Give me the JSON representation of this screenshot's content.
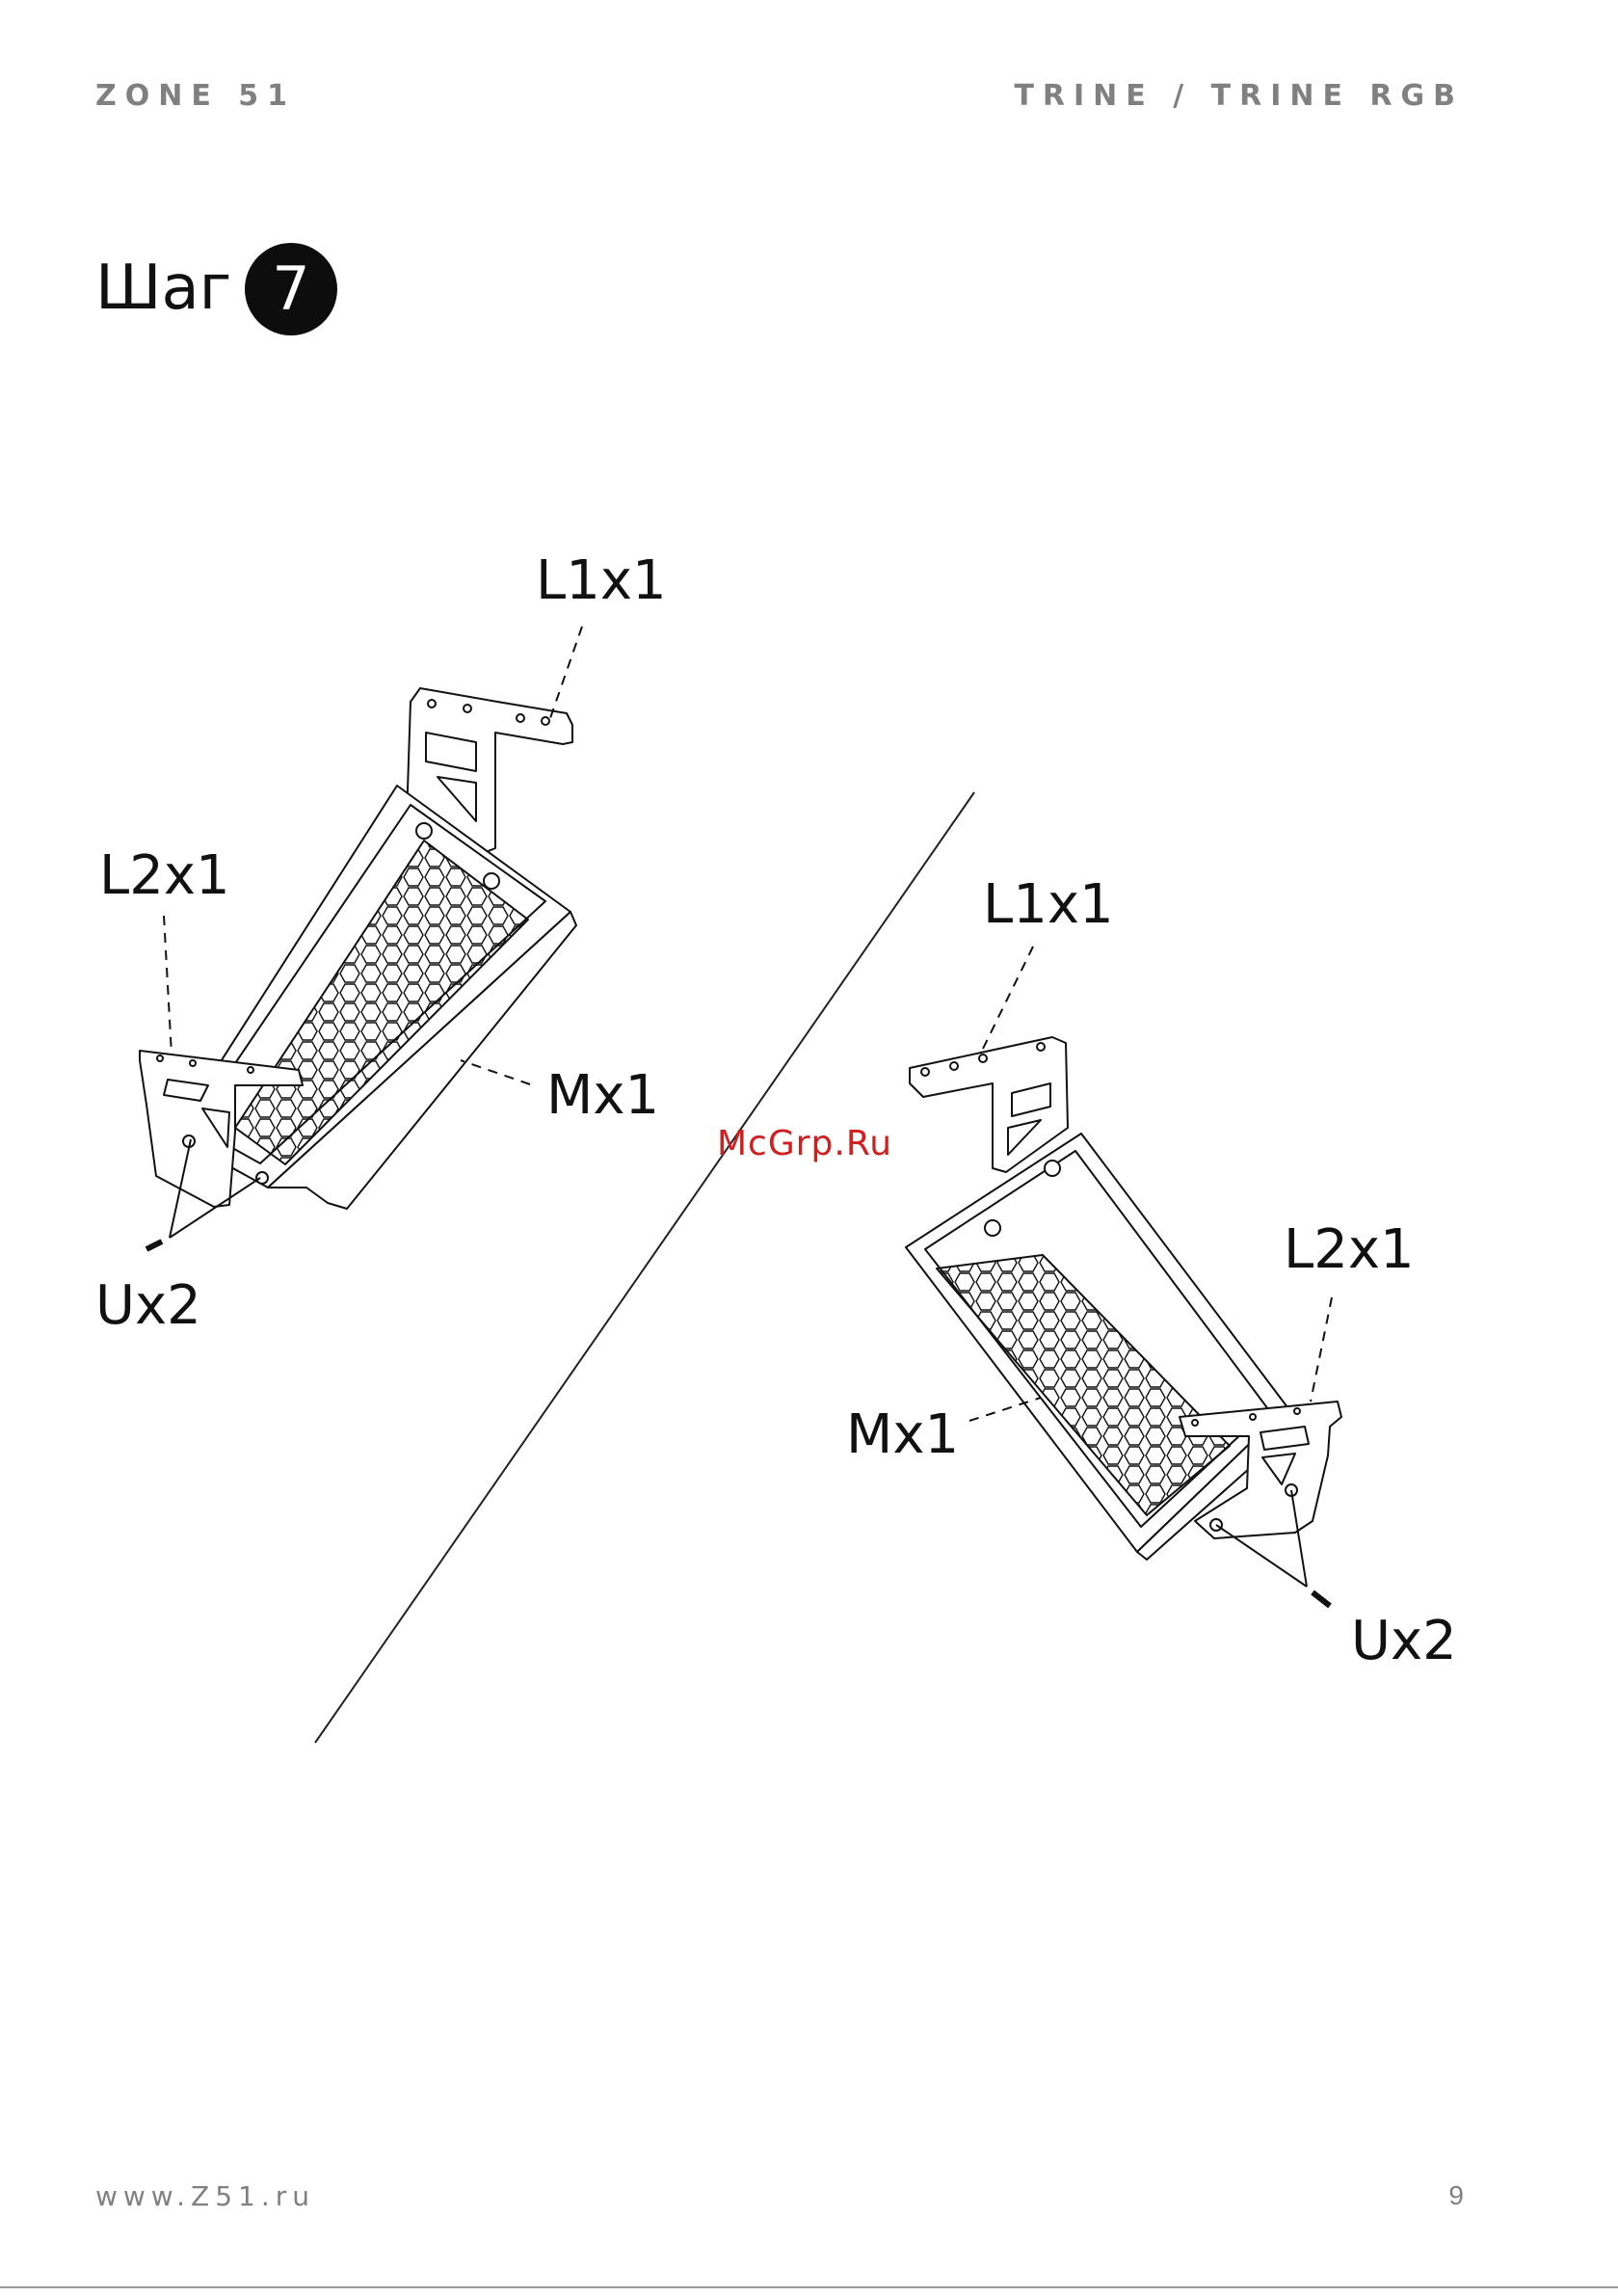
{
  "header": {
    "brand": "ZONE 51",
    "model": "TRINE / TRINE RGB"
  },
  "step": {
    "word": "Шаг",
    "number": "7"
  },
  "left_callouts": {
    "l1": "L1x1",
    "l2": "L2x1",
    "m": "Mx1",
    "u": "Ux2"
  },
  "right_callouts": {
    "l1": "L1x1",
    "l2": "L2x1",
    "m": "Mx1",
    "u": "Ux2"
  },
  "watermark": "McGrp.Ru",
  "footer": {
    "url": "www.Z51.ru",
    "page": "9"
  },
  "colors": {
    "ink": "#111111",
    "muted": "#808080",
    "watermark": "#d21e1e"
  }
}
